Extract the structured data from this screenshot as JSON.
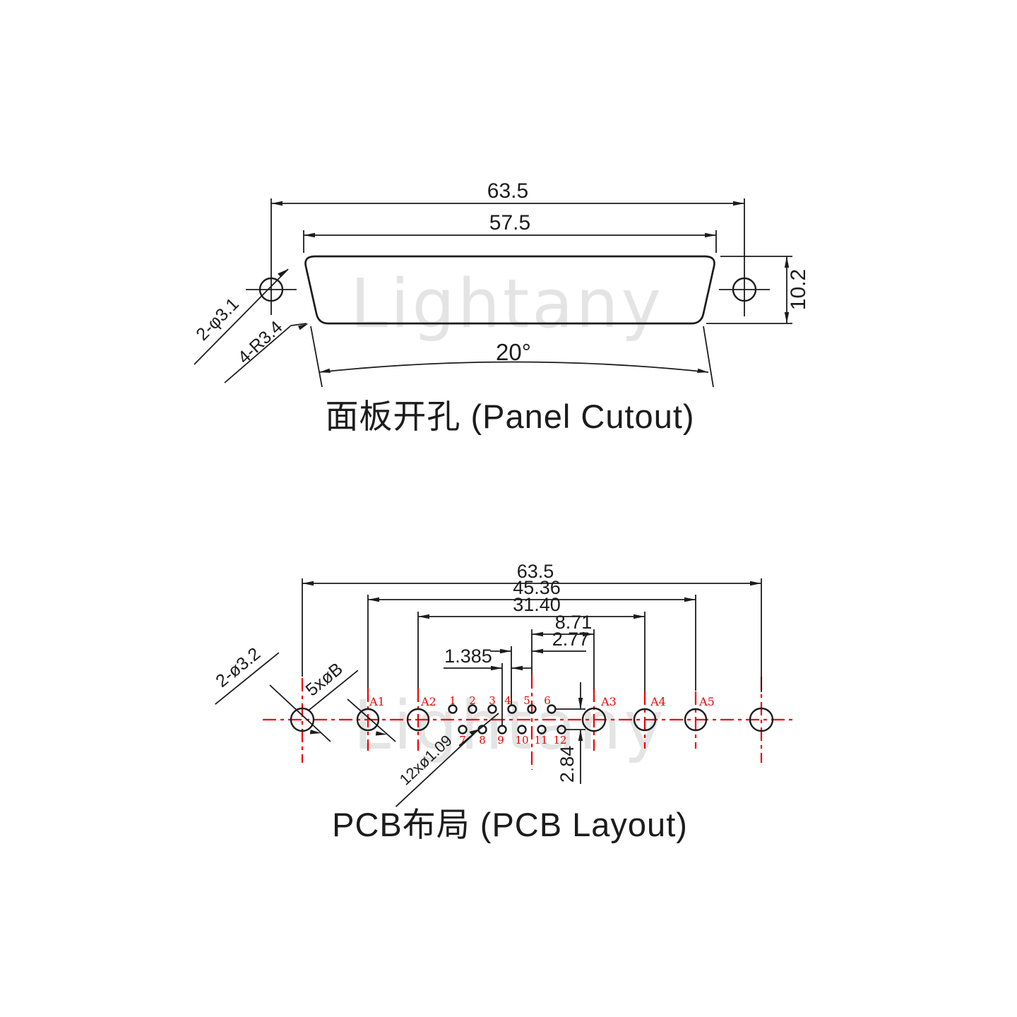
{
  "colors": {
    "ink": "#1c1c1c",
    "red": "#ee0202",
    "wm": "#e4e4e4",
    "bg": "#ffffff"
  },
  "watermark": "Lightany",
  "panel_cutout": {
    "title": "面板开孔 (Panel Cutout)",
    "dim_outer_width": "63.5",
    "dim_inner_width": "57.5",
    "dim_height": "10.2",
    "dim_angle": "20°",
    "label_mount_holes": "2-φ3.1",
    "label_corner_radius": "4-R3.4"
  },
  "pcb_layout": {
    "title": "PCB布局 (PCB Layout)",
    "dim_overall": "63.5",
    "dim_a1_a5": "45.36",
    "dim_a2_a4": "31.40",
    "dim_center_a3": "8.71",
    "dim_pin_pitch": "2.77",
    "dim_row_offset": "1.385",
    "dim_row_spacing": "2.84",
    "label_mount_holes": "2-ø3.2",
    "label_coax_holes": "5xøB",
    "label_pin_holes": "12xø1.09",
    "hole_labels": [
      "A1",
      "A2",
      "A3",
      "A4",
      "A5"
    ],
    "pin_labels": [
      "1",
      "2",
      "3",
      "4",
      "5",
      "6",
      "7",
      "8",
      "9",
      "10",
      "11",
      "12"
    ]
  }
}
